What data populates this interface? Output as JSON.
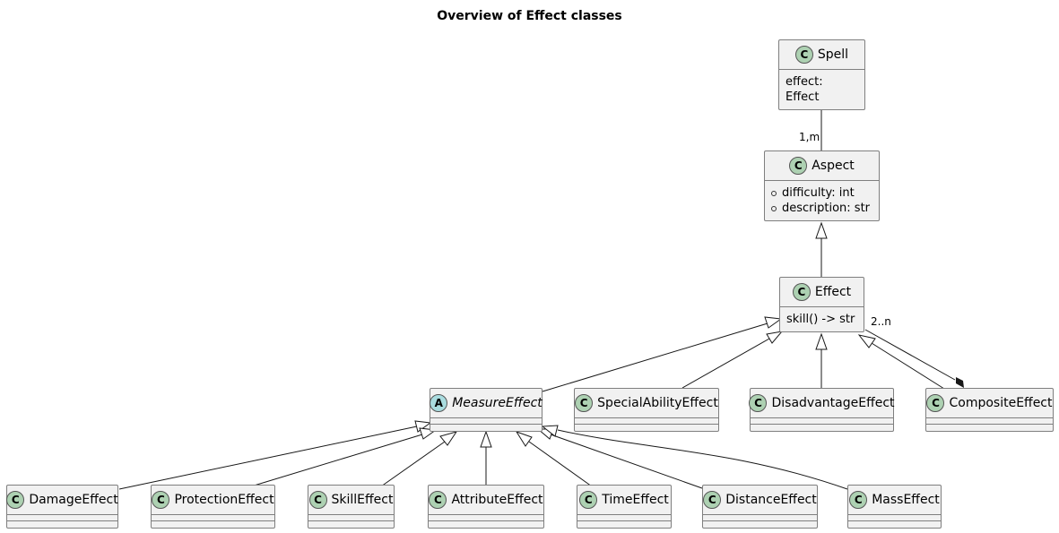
{
  "title": "Overview of Effect classes",
  "classes": {
    "spell": {
      "name": "Spell",
      "badge": "C",
      "attrs": [
        "effect: Effect"
      ]
    },
    "aspect": {
      "name": "Aspect",
      "badge": "C",
      "attrs": [
        "difficulty: int",
        "description: str"
      ]
    },
    "effect": {
      "name": "Effect",
      "badge": "C",
      "attrs": [
        "skill() -> str"
      ]
    },
    "measure": {
      "name": "MeasureEffect",
      "badge": "A"
    },
    "special": {
      "name": "SpecialAbilityEffect",
      "badge": "C"
    },
    "disadvantage": {
      "name": "DisadvantageEffect",
      "badge": "C"
    },
    "composite": {
      "name": "CompositeEffect",
      "badge": "C"
    },
    "damage": {
      "name": "DamageEffect",
      "badge": "C"
    },
    "protection": {
      "name": "ProtectionEffect",
      "badge": "C"
    },
    "skill": {
      "name": "SkillEffect",
      "badge": "C"
    },
    "attribute": {
      "name": "AttributeEffect",
      "badge": "C"
    },
    "time": {
      "name": "TimeEffect",
      "badge": "C"
    },
    "distance": {
      "name": "DistanceEffect",
      "badge": "C"
    },
    "mass": {
      "name": "MassEffect",
      "badge": "C"
    }
  },
  "multiplicities": {
    "spell_aspect": "1,m",
    "effect_composite": "2..n"
  }
}
